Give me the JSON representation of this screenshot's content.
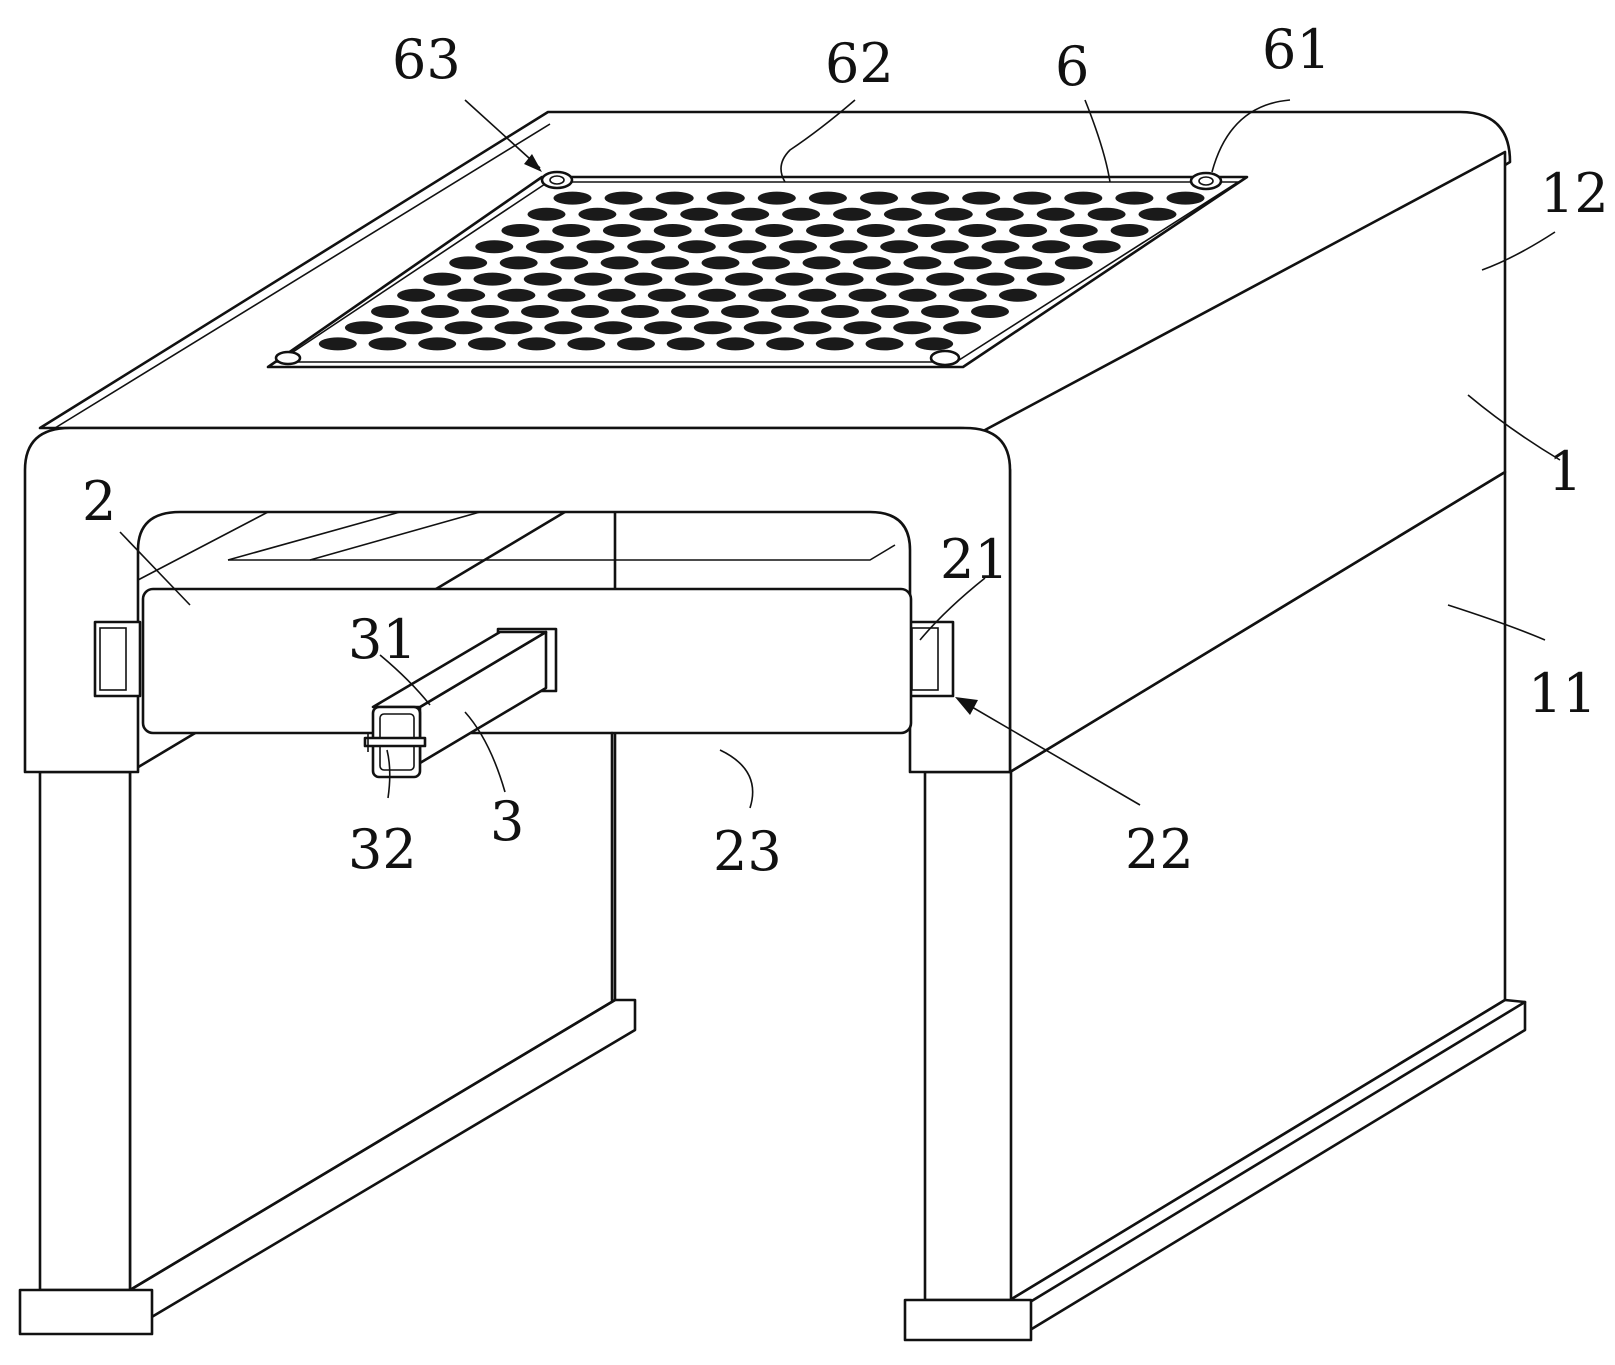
{
  "figure": {
    "labels": [
      {
        "id": "ref-63",
        "text": "63"
      },
      {
        "id": "ref-62",
        "text": "62"
      },
      {
        "id": "ref-6",
        "text": "6"
      },
      {
        "id": "ref-61",
        "text": "61"
      },
      {
        "id": "ref-12",
        "text": "12"
      },
      {
        "id": "ref-1",
        "text": "1"
      },
      {
        "id": "ref-11",
        "text": "11"
      },
      {
        "id": "ref-2",
        "text": "2"
      },
      {
        "id": "ref-21",
        "text": "21"
      },
      {
        "id": "ref-31",
        "text": "31"
      },
      {
        "id": "ref-3",
        "text": "3"
      },
      {
        "id": "ref-32",
        "text": "32"
      },
      {
        "id": "ref-23",
        "text": "23"
      },
      {
        "id": "ref-22",
        "text": "22"
      }
    ],
    "perforated_plate": {
      "rows": 10,
      "columns": 13
    }
  }
}
